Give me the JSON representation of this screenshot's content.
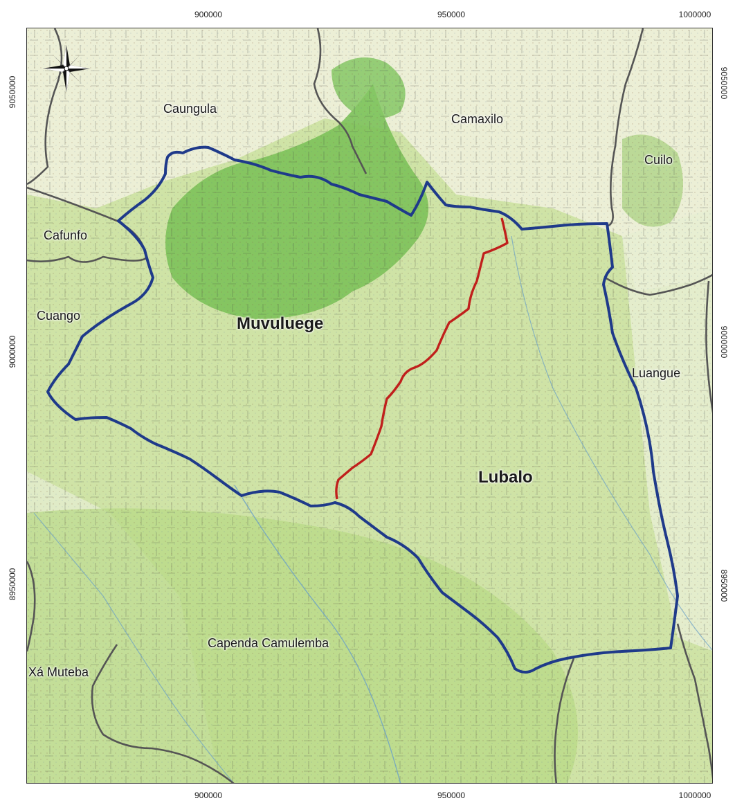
{
  "map": {
    "axes": {
      "top_ticks": [
        "900000",
        "950000",
        "1000000"
      ],
      "bottom_ticks": [
        "900000",
        "950000",
        "1000000"
      ],
      "left_ticks": [
        "9050000",
        "9000000",
        "8950000"
      ],
      "right_ticks": [
        "9050000",
        "9000000",
        "8950000"
      ]
    },
    "labels": {
      "caungula": "Caungula",
      "camaxilo": "Camaxilo",
      "cuilo": "Cuilo",
      "cafunfo": "Cafunfo",
      "cuango": "Cuango",
      "muvuluege": "Muvuluege",
      "luangue": "Luangue",
      "lubalo": "Lubalo",
      "capenda_camulemba": "Capenda Camulemba",
      "xa_muteba": "Xá Muteba"
    },
    "colors": {
      "study_area_boundary": "#1f3a8a",
      "internal_divide": "#c0201c",
      "municipal_boundary": "#555555",
      "forest": "#7cc15a",
      "savanna": "#cfe3a6",
      "cleared": "#f3f1e6"
    },
    "north_arrow_icon": "compass-rose-icon"
  }
}
